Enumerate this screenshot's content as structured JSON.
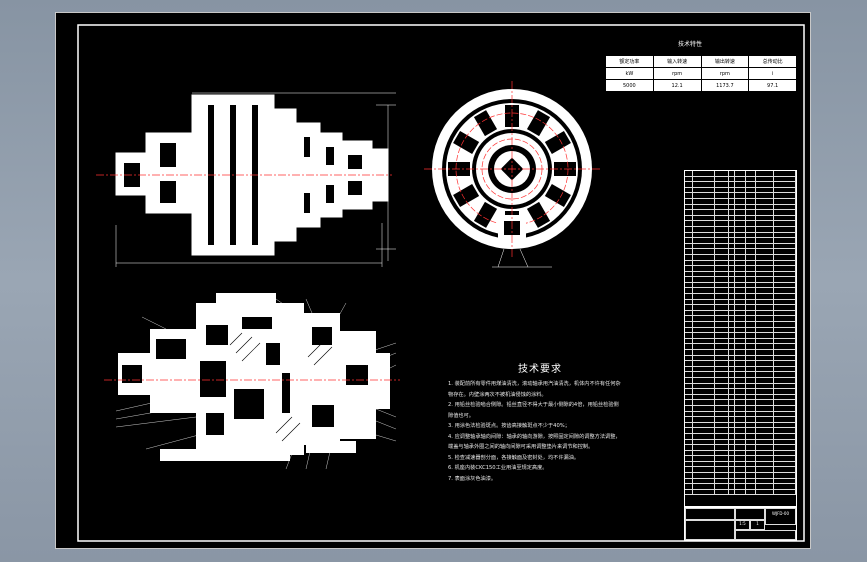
{
  "window": {
    "background": "#9aa6b4",
    "canvas_background": "#000000"
  },
  "drawing": {
    "tech_requirements_title": "技术要求",
    "tech_notes": [
      "1. 装配前所有零件用煤油清洗，滚动轴承用汽油清洗，机体内不许有任何杂",
      "   物存在。内壁涂两次不被机油侵蚀的涂料。",
      "2. 用铅丝检验啮合侧隙。铅丝直径不得大于最小侧隙的4倍，用铅丝检验侧",
      "   隙值也可。",
      "3. 用涂色法检验斑点。按齿高接触斑点不少于40%；",
      "4. 应调整轴承轴向间隙：轴承的轴向游隙，按照固定间隙的调整方法调整，",
      "   端盖与轴承外圈之间的轴向间隙可采用调整垫片来调节和控制。",
      "5. 检查减速器剖分面，各接触面及密封处，均不许漏油。",
      "6. 机座内装CKC150工业用油至规定高度。",
      "7. 表面涂灰色油漆。"
    ],
    "performance_table": {
      "title": "技术特性",
      "headers": [
        "额定功率",
        "输入转速",
        "输出转速",
        "总传动比"
      ],
      "units": [
        "kW",
        "rpm",
        "rpm",
        "i"
      ],
      "values": [
        "5000",
        "12.1",
        "1173.7",
        "97.1"
      ]
    },
    "parts_list_rows": 58,
    "title_block": {
      "drawing_no": "WJFD-00",
      "scale": "1:5",
      "sheet": "1"
    }
  }
}
